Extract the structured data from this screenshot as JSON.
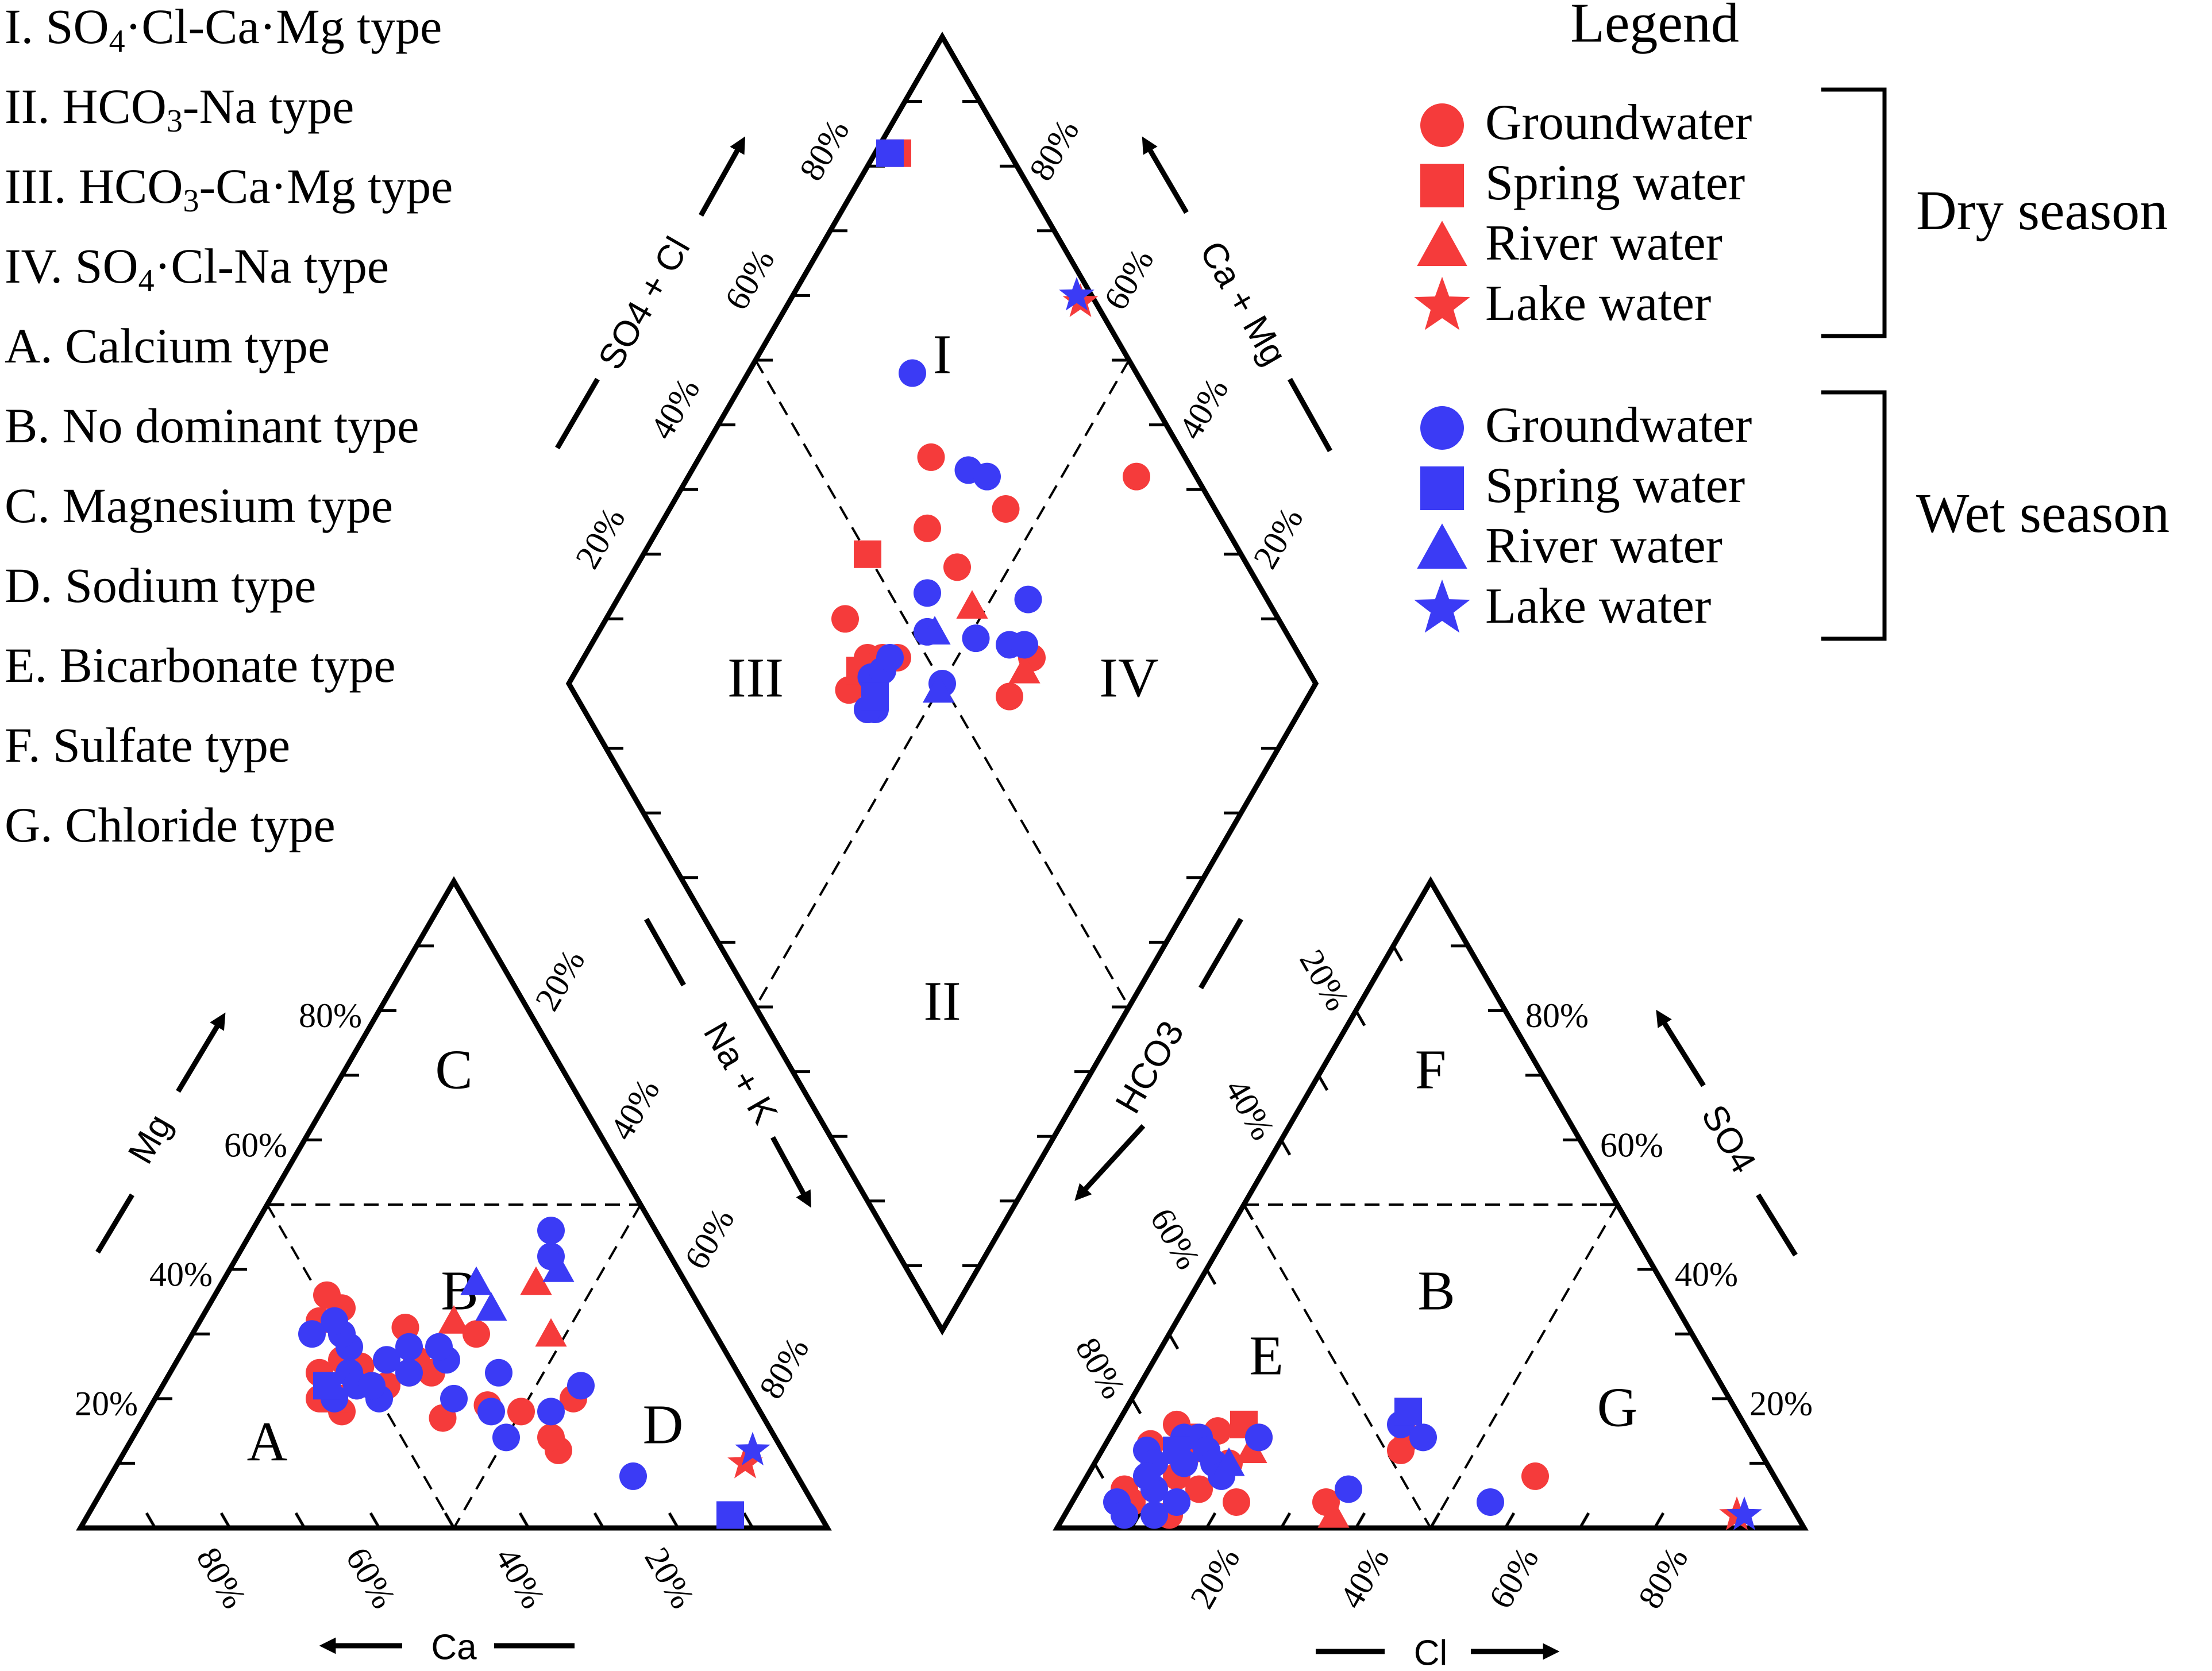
{
  "classification": {
    "items": [
      {
        "pre": "I. SO",
        "sub1": "4",
        "post": "·Cl-Ca·Mg type"
      },
      {
        "pre": "II. HCO",
        "sub1": "3",
        "post": "-Na type"
      },
      {
        "pre": "III. HCO",
        "sub1": "3",
        "post": "-Ca·Mg type"
      },
      {
        "pre": "IV. SO",
        "sub1": "4",
        "post": "·Cl-Na type"
      },
      {
        "pre": "A. Calcium type",
        "sub1": "",
        "post": ""
      },
      {
        "pre": "B. No dominant type",
        "sub1": "",
        "post": ""
      },
      {
        "pre": "C. Magnesium type",
        "sub1": "",
        "post": ""
      },
      {
        "pre": "D. Sodium type",
        "sub1": "",
        "post": ""
      },
      {
        "pre": "E. Bicarbonate type",
        "sub1": "",
        "post": ""
      },
      {
        "pre": "F. Sulfate type",
        "sub1": "",
        "post": ""
      },
      {
        "pre": "G. Chloride type",
        "sub1": "",
        "post": ""
      }
    ]
  },
  "legend": {
    "title": "Legend",
    "groups": [
      {
        "label": "Dry season",
        "color": "#f53b3b",
        "items": [
          {
            "marker": "circle",
            "label": "Groundwater"
          },
          {
            "marker": "square",
            "label": "Spring water"
          },
          {
            "marker": "triangle",
            "label": "River water"
          },
          {
            "marker": "star",
            "label": "Lake water"
          }
        ]
      },
      {
        "label": "Wet season",
        "color": "#3b3bf5",
        "items": [
          {
            "marker": "circle",
            "label": "Groundwater"
          },
          {
            "marker": "square",
            "label": "Spring water"
          },
          {
            "marker": "triangle",
            "label": "River water"
          },
          {
            "marker": "star",
            "label": "Lake water"
          }
        ]
      }
    ]
  },
  "axes": {
    "cation_tri": {
      "left_title": "Mg",
      "bottom_title": "Ca",
      "right_title": "Na + K",
      "left_ticks": [
        "20%",
        "40%",
        "60%",
        "80%"
      ],
      "bottom_ticks": [
        "80%",
        "60%",
        "40%",
        "20%"
      ],
      "right_ticks": [
        "20%",
        "40%",
        "60%",
        "80%"
      ]
    },
    "anion_tri": {
      "left_title": "HCO3",
      "bottom_title": "Cl",
      "right_title": "SO4",
      "left_ticks": [
        "20%",
        "40%",
        "60%",
        "80%"
      ],
      "bottom_ticks": [
        "20%",
        "40%",
        "60%",
        "80%"
      ],
      "right_ticks": [
        "20%",
        "40%",
        "60%",
        "80%"
      ]
    },
    "diamond": {
      "left_title": "SO4 + Cl",
      "right_title": "Ca + Mg",
      "left_ticks": [
        "20%",
        "40%",
        "60%",
        "80%"
      ],
      "right_ticks": [
        "20%",
        "40%",
        "60%",
        "80%"
      ]
    }
  },
  "regions": {
    "diamond": [
      "I",
      "II",
      "III",
      "IV"
    ],
    "cation": [
      "A",
      "B",
      "C",
      "D"
    ],
    "anion": [
      "E",
      "B",
      "F",
      "G"
    ]
  },
  "colors": {
    "dry": "#f53b3b",
    "wet": "#3b3bf5",
    "frame": "#000000"
  },
  "chart_data": {
    "type": "scatter",
    "subtype": "piper-trilinear",
    "units": "percent of meq/L",
    "series": [
      {
        "name": "Groundwater",
        "season": "Dry season",
        "marker": "circle",
        "color": "#f53b3b",
        "cation": [
          [
            22,
            20
          ],
          [
            25,
            25
          ],
          [
            28,
            31
          ],
          [
            35,
            24
          ],
          [
            20,
            30
          ],
          [
            26,
            22
          ],
          [
            24,
            24
          ],
          [
            18,
            34
          ],
          [
            22,
            26
          ],
          [
            16,
            32
          ],
          [
            15,
            36
          ],
          [
            20,
            24
          ],
          [
            28,
            22
          ],
          [
            30,
            22
          ],
          [
            32,
            26
          ],
          [
            38,
            30
          ],
          [
            40,
            17
          ],
          [
            45,
            19
          ],
          [
            58,
            12
          ],
          [
            56,
            20
          ],
          [
            56,
            14
          ],
          [
            50,
            18
          ],
          [
            26,
            18
          ],
          [
            32,
            24
          ]
        ],
        "anion": [
          [
            6,
            13
          ],
          [
            8,
            10
          ],
          [
            10,
            14
          ],
          [
            12,
            8
          ],
          [
            10,
            6
          ],
          [
            8,
            4
          ],
          [
            12,
            12
          ],
          [
            14,
            15
          ],
          [
            18,
            10
          ],
          [
            16,
            6
          ],
          [
            20,
            14
          ],
          [
            22,
            4
          ],
          [
            6,
            6
          ],
          [
            8,
            16
          ],
          [
            14,
            2
          ],
          [
            40,
            14
          ],
          [
            40,
            12
          ],
          [
            34,
            4
          ],
          [
            60,
            8
          ]
        ],
        "diamond": [
          [
            38,
            58
          ],
          [
            42,
            62
          ],
          [
            37,
            62
          ],
          [
            44,
            60
          ],
          [
            46,
            58
          ],
          [
            42,
            68
          ],
          [
            60,
            64
          ],
          [
            66,
            69
          ],
          [
            61,
            57
          ],
          [
            64,
            40
          ],
          [
            58,
            40
          ],
          [
            72,
            55
          ],
          [
            92,
            40
          ]
        ]
      },
      {
        "name": "Spring water",
        "season": "Dry season",
        "marker": "square",
        "color": "#f53b3b",
        "cation": [
          [
            24,
            20
          ]
        ],
        "anion": [
          [
            10,
            14
          ],
          [
            17,
            16
          ],
          [
            38,
            18
          ]
        ],
        "diamond": [
          [
            50,
            70
          ],
          [
            40,
            62
          ],
          [
            85,
            97
          ]
        ]
      },
      {
        "name": "River water",
        "season": "Dry season",
        "marker": "triangle",
        "color": "#f53b3b",
        "cation": [
          [
            34,
            32
          ],
          [
            48,
            30
          ],
          [
            42,
            38
          ]
        ],
        "anion": [
          [
            36,
            2
          ],
          [
            20,
            12
          ]
        ],
        "diamond": [
          [
            60,
            52
          ],
          [
            62,
            40
          ]
        ]
      },
      {
        "name": "Lake water",
        "season": "Dry season",
        "marker": "star",
        "color": "#f53b3b",
        "cation": [
          [
            84,
            10
          ]
        ],
        "anion": [
          [
            90,
            2
          ]
        ],
        "diamond": [
          [
            98,
            61
          ]
        ]
      },
      {
        "name": "Groundwater",
        "season": "Wet season",
        "marker": "circle",
        "color": "#3b3bf5",
        "cation": [
          [
            24,
            24
          ],
          [
            26,
            22
          ],
          [
            28,
            26
          ],
          [
            30,
            28
          ],
          [
            22,
            28
          ],
          [
            20,
            30
          ],
          [
            18,
            32
          ],
          [
            16,
            30
          ],
          [
            24,
            20
          ],
          [
            30,
            20
          ],
          [
            32,
            24
          ],
          [
            36,
            26
          ],
          [
            40,
            20
          ],
          [
            44,
            24
          ],
          [
            46,
            18
          ],
          [
            50,
            14
          ],
          [
            54,
            18
          ],
          [
            42,
            42
          ],
          [
            40,
            46
          ],
          [
            28,
            22
          ],
          [
            34,
            28
          ],
          [
            70,
            8
          ],
          [
            56,
            22
          ]
        ],
        "anion": [
          [
            6,
            12
          ],
          [
            8,
            10
          ],
          [
            10,
            14
          ],
          [
            12,
            10
          ],
          [
            10,
            6
          ],
          [
            8,
            8
          ],
          [
            12,
            14
          ],
          [
            14,
            12
          ],
          [
            16,
            10
          ],
          [
            18,
            8
          ],
          [
            20,
            14
          ],
          [
            6,
            4
          ],
          [
            8,
            2
          ],
          [
            12,
            2
          ],
          [
            14,
            4
          ],
          [
            36,
            6
          ],
          [
            38,
            16
          ],
          [
            42,
            14
          ],
          [
            56,
            4
          ]
        ],
        "diamond": [
          [
            39,
            57
          ],
          [
            41,
            60
          ],
          [
            38,
            58
          ],
          [
            43,
            59
          ],
          [
            45,
            59
          ],
          [
            52,
            56
          ],
          [
            55,
            59
          ],
          [
            58,
            49
          ],
          [
            70,
            63
          ],
          [
            72,
            60
          ],
          [
            62,
            44
          ],
          [
            70,
            78
          ],
          [
            64,
            42
          ],
          [
            68,
            45
          ],
          [
            50,
            50
          ]
        ]
      },
      {
        "name": "Spring water",
        "season": "Wet season",
        "marker": "square",
        "color": "#3b3bf5",
        "cation": [
          [
            22,
            22
          ],
          [
            86,
            2
          ]
        ],
        "anion": [
          [
            38,
            18
          ],
          [
            10,
            12
          ]
        ],
        "diamond": [
          [
            40,
            58
          ],
          [
            84,
            98
          ]
        ]
      },
      {
        "name": "River water",
        "season": "Wet season",
        "marker": "triangle",
        "color": "#3b3bf5",
        "cation": [
          [
            38,
            34
          ],
          [
            44,
            40
          ],
          [
            34,
            38
          ]
        ],
        "anion": [
          [
            18,
            10
          ]
        ],
        "diamond": [
          [
            53,
            55
          ],
          [
            49,
            50
          ]
        ]
      },
      {
        "name": "Lake water",
        "season": "Wet season",
        "marker": "star",
        "color": "#3b3bf5",
        "cation": [
          [
            84,
            12
          ]
        ],
        "anion": [
          [
            91,
            2
          ]
        ],
        "diamond": [
          [
            98,
            62
          ]
        ]
      }
    ]
  }
}
